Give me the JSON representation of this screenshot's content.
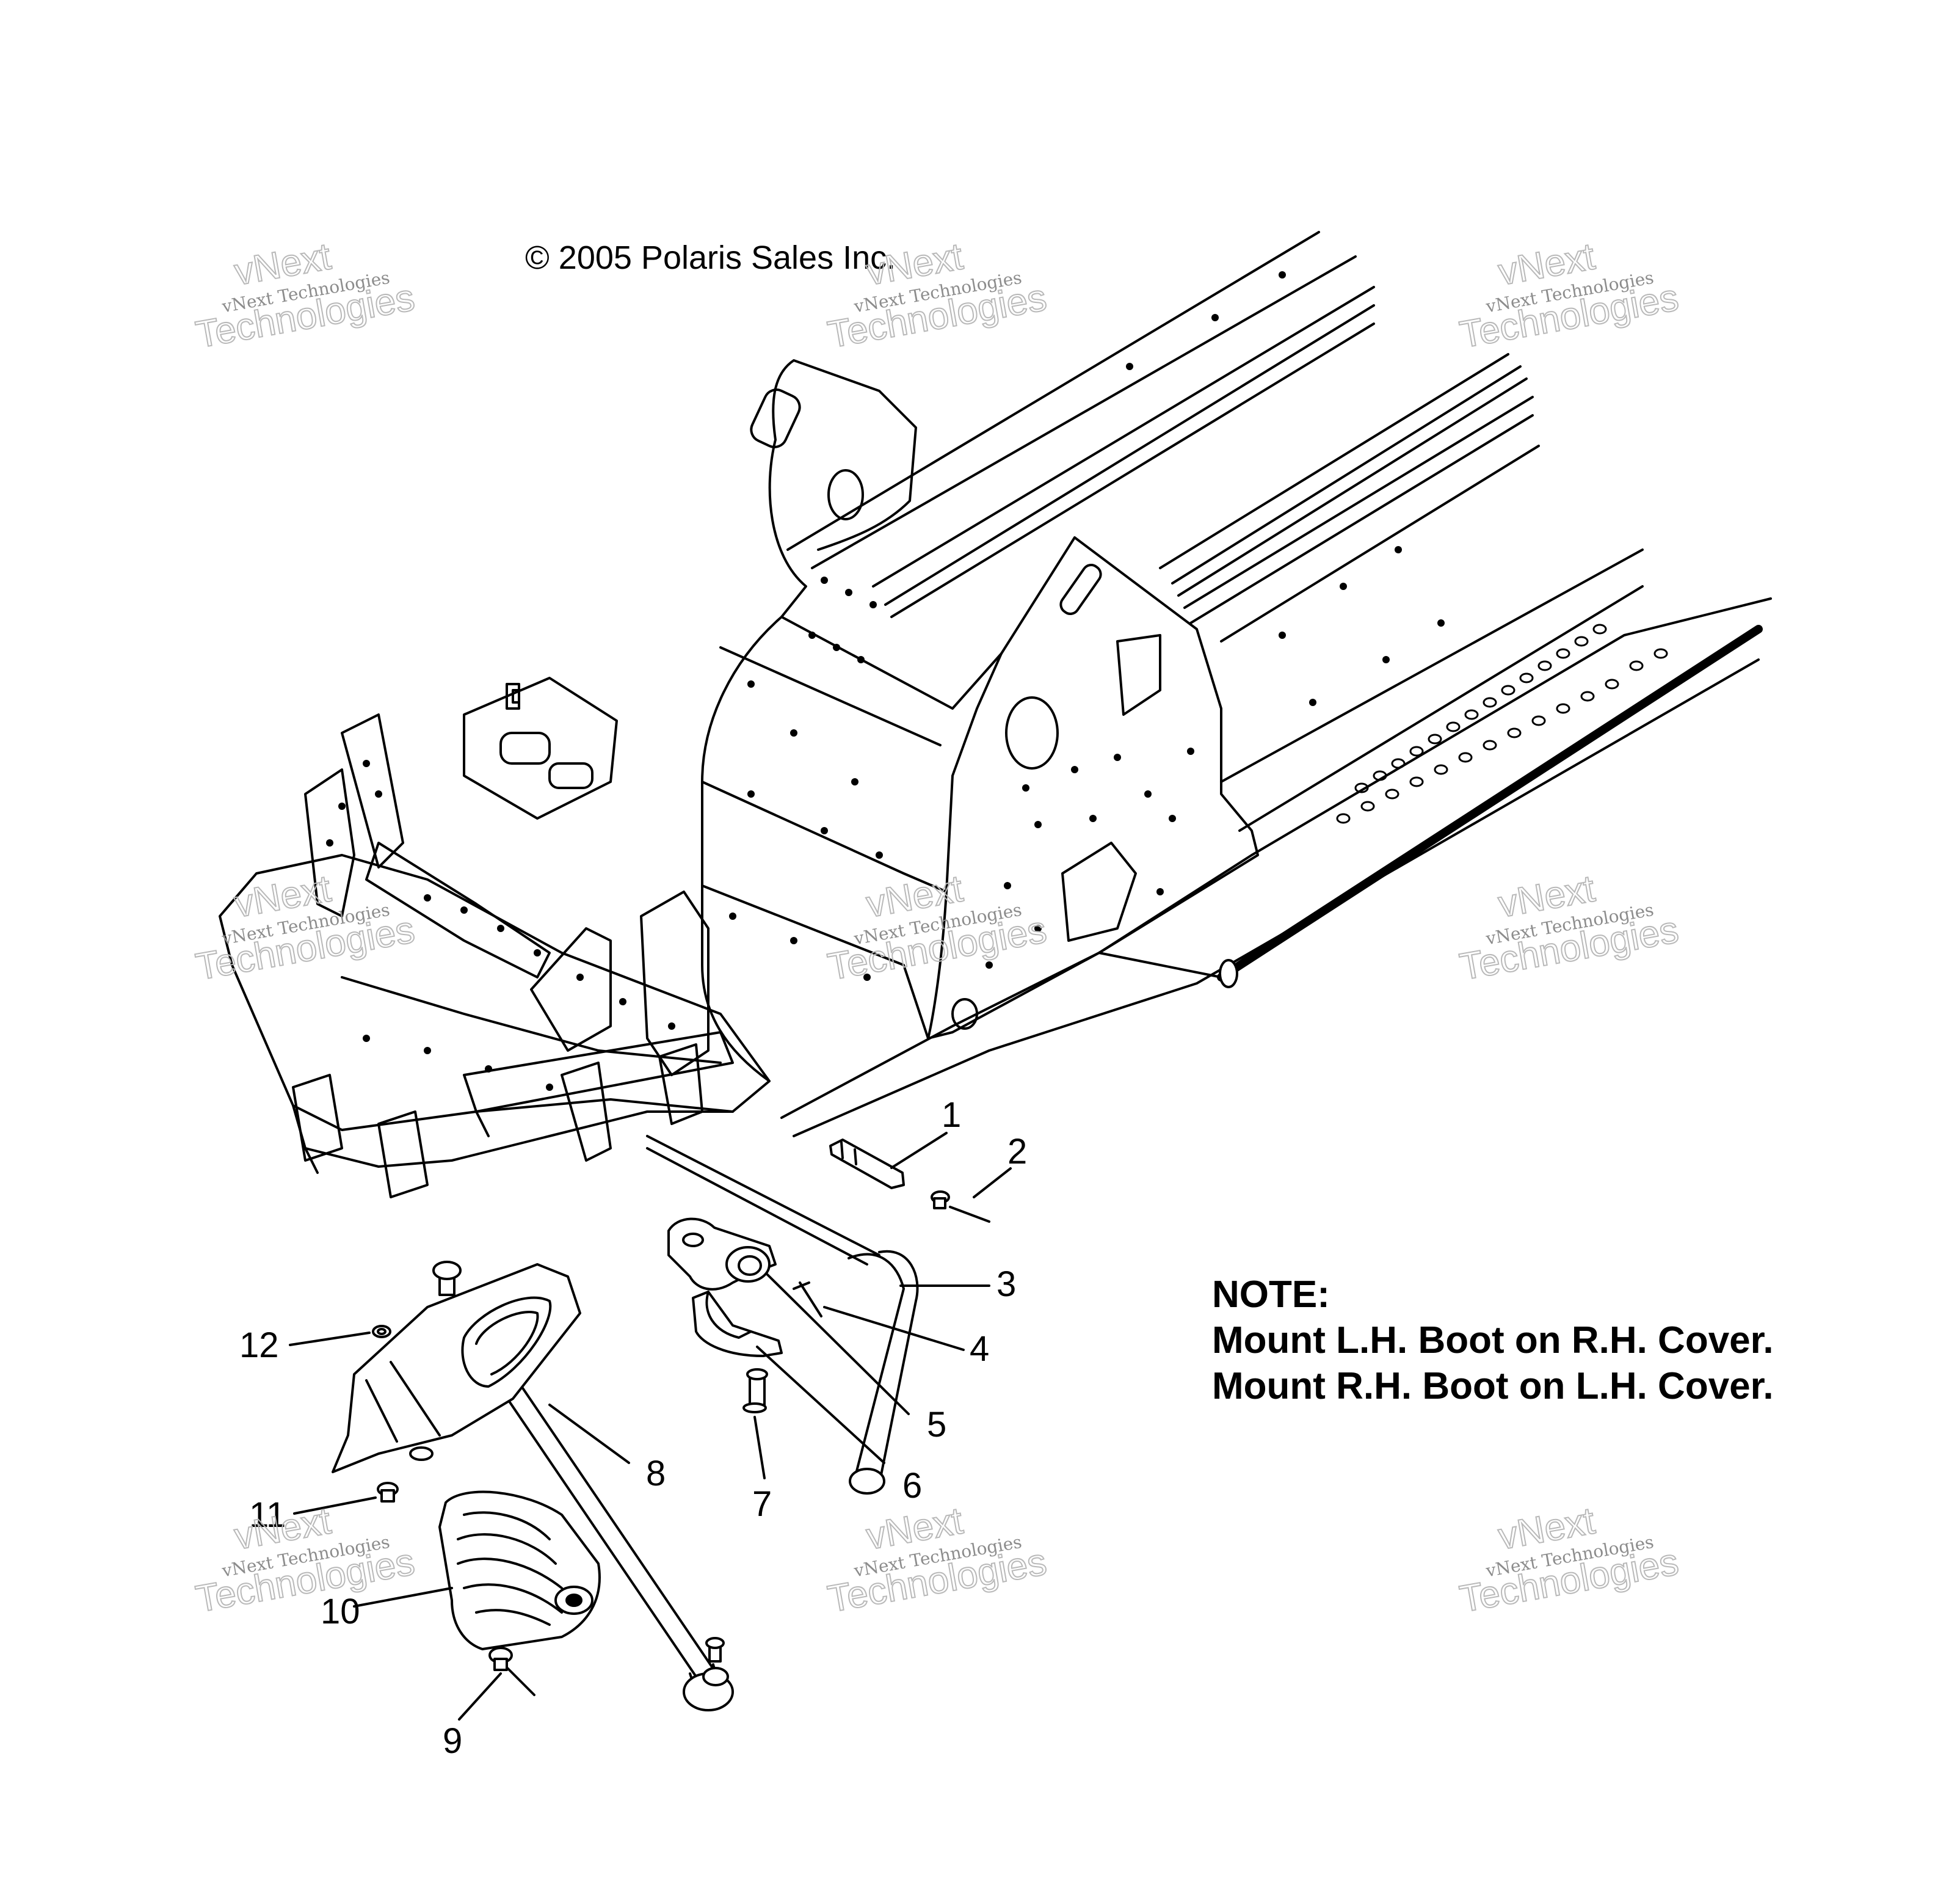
{
  "copyright": "© 2005 Polaris Sales Inc.",
  "note": {
    "title": "NOTE:",
    "line1": "Mount L.H. Boot on R.H. Cover.",
    "line2": "Mount R.H. Boot on L.H. Cover."
  },
  "watermark": {
    "line_small": "vNext Technologies",
    "line_top": "vNext",
    "line_bottom": "Technologies"
  },
  "callouts": [
    {
      "id": "1",
      "label": "1"
    },
    {
      "id": "2",
      "label": "2"
    },
    {
      "id": "3",
      "label": "3"
    },
    {
      "id": "4",
      "label": "4"
    },
    {
      "id": "5",
      "label": "5"
    },
    {
      "id": "6",
      "label": "6"
    },
    {
      "id": "7",
      "label": "7"
    },
    {
      "id": "8",
      "label": "8"
    },
    {
      "id": "9",
      "label": "9"
    },
    {
      "id": "10",
      "label": "10"
    },
    {
      "id": "11",
      "label": "11"
    },
    {
      "id": "12",
      "label": "12"
    }
  ]
}
